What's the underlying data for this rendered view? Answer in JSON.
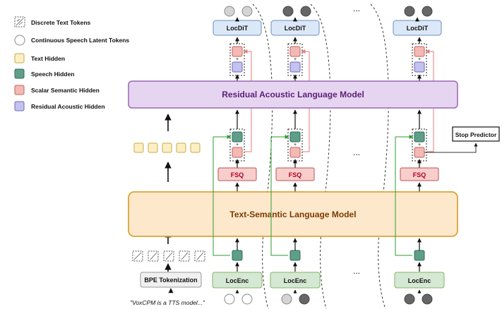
{
  "legend": {
    "items": [
      {
        "label": "Discrete Text Tokens",
        "shape": "token-icon"
      },
      {
        "label": "Continuous Speech Latent Tokens",
        "shape": "circle-icon"
      },
      {
        "label": "Text Hidden",
        "shape": "square",
        "color": "#fcefc4"
      },
      {
        "label": "Speech Hidden",
        "shape": "square",
        "color": "#5f9f8a"
      },
      {
        "label": "Scalar Semantic Hidden",
        "shape": "square",
        "color": "#f4b9b4"
      },
      {
        "label": "Residual Acoustic Hidden",
        "shape": "square",
        "color": "#c4c2f0"
      }
    ]
  },
  "models": {
    "ralm_label": "Residual Acoustic Language Model",
    "tslm_label": "Text-Semantic Language Model"
  },
  "blocks": {
    "locdit_label": "LocDiT",
    "fsq_label": "FSQ",
    "locenc_label": "LocEnc",
    "stop_label": "Stop Predictor",
    "bpe_label": "BPE Tokenization",
    "plus_sign": "+",
    "ellipsis": "..."
  },
  "input_text": "\"VoxCPM is a TTS model...\"",
  "colors": {
    "ralm_fill": "#e6d5f0",
    "ralm_stroke": "#9a67b3",
    "ralm_text": "#5b1f7a",
    "tslm_fill": "#fde8cc",
    "tslm_stroke": "#d9a436",
    "tslm_text": "#7a3a00",
    "locdit_fill": "#dbe8f7",
    "locdit_stroke": "#6c8ebf",
    "fsq_fill": "#f8cecc",
    "fsq_stroke": "#b85450",
    "locenc_fill": "#d5e8d4",
    "locenc_stroke": "#82b366",
    "speech_hidden": "#5f9f8a",
    "semantic_hidden": "#f4b9b4",
    "acoustic_hidden": "#c4c2f0",
    "text_hidden": "#fcefc4",
    "green_line": "#2e9b2e",
    "pink_line": "#e87a7a"
  }
}
